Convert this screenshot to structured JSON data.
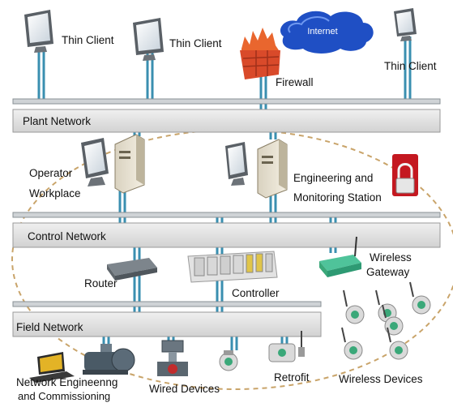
{
  "labels": {
    "thin_client_1": "Thin Client",
    "thin_client_2": "Thin Client",
    "thin_client_3": "Thin Client",
    "internet": "Internet",
    "firewall": "Firewall",
    "plant_network": "Plant Network",
    "operator_1": "Operator",
    "operator_2": "Workplace",
    "engineering_1": "Engineering and",
    "engineering_2": "Monitoring Station",
    "control_network": "Control Network",
    "router": "Router",
    "controller": "Controller",
    "wireless_gateway_1": "Wireless",
    "wireless_gateway_2": "Gateway",
    "field_network": "Field Network",
    "network_eng_1": "Network Engineenng",
    "network_eng_2": "and Commissioning",
    "wired_devices": "Wired Devices",
    "retrofit": "Retrofit",
    "wireless_devices": "Wireless Devices"
  },
  "colors": {
    "bus_bar": "#d8d8d8",
    "bus_border": "#9a9a9a",
    "link_line": "#3a8fb0",
    "cloud": "#1f4fc4",
    "firewall": "#d94a2a",
    "dashed_ellipse": "#c9a46a",
    "device_green": "#3aa879"
  }
}
